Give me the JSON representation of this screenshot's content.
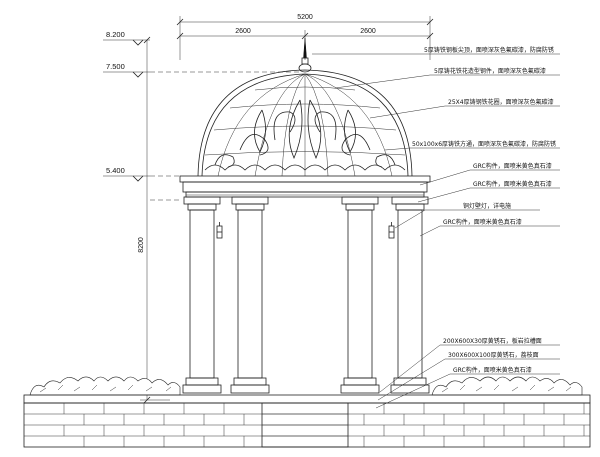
{
  "dimensions": {
    "overall_width": "5200",
    "left_span": "2600",
    "right_span": "2600",
    "overall_height": "8200"
  },
  "levels": [
    {
      "id": "level-8200",
      "label": "8.200"
    },
    {
      "id": "level-7500",
      "label": "7.500"
    },
    {
      "id": "level-5400",
      "label": "5.400"
    }
  ],
  "annotations": [
    "5厚铸铁钢板尖顶，面喷深灰色氟碳漆，防腐防锈",
    "5厚铸花铁花造型钢件，面喷深灰色氟碳漆",
    "25X4厚铸钢铁花圈，面喷深灰色氟碳漆",
    "50x100x6厚铸铁方通，面喷深灰色氟碳漆，防腐防锈",
    "GRC构件，面喷米黄色真石漆",
    "GRC构件，面喷米黄色真石漆",
    "铜灯壁灯，详电施",
    "GRC构件，面喷米黄色真石漆",
    "200X600X30厚黄锈石，板岩拉槽面",
    "300X600X100厚黄锈石，荔枝面",
    "GRC构件，面喷米黄色真石漆"
  ]
}
